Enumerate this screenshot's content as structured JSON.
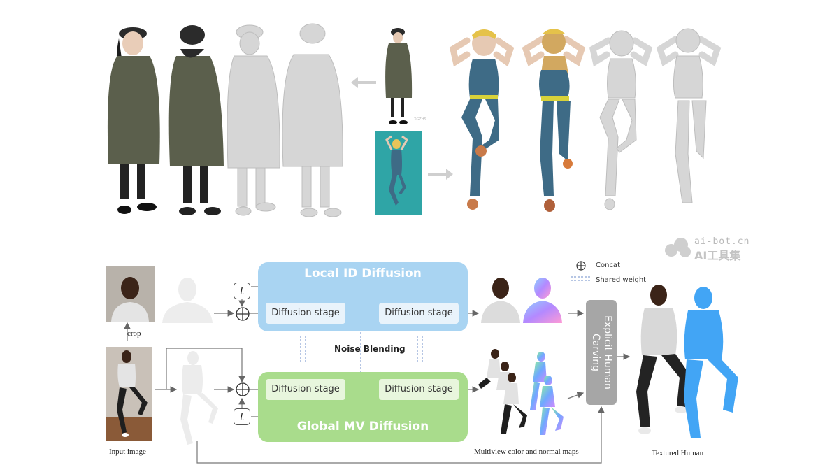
{
  "diagram": {
    "local_title": "Local ID Diffusion",
    "global_title": "Global MV Diffusion",
    "stage_label": "Diffusion stage",
    "t_label": "t",
    "noise_blending": "Noise Blending",
    "carving_line1": "Explicit Human",
    "carving_line2": "Carving",
    "legend_concat": "Concat",
    "legend_shared": "Shared weight",
    "caption_crop": "crop",
    "caption_input": "Input image",
    "caption_multiview": "Multiview color and normal maps",
    "caption_textured": "Textured Human",
    "concat_symbol": "⊕"
  },
  "watermark": {
    "url": "ai-bot.cn",
    "name": "AI工具集"
  },
  "colors": {
    "local_box": "#a9d4f2",
    "global_box": "#a9dc8c",
    "carving_box": "#a6a6a6",
    "coat": "#5b5f4c",
    "denim": "#3e6b86",
    "teal_bg": "#2fa5a6",
    "mesh_gray": "#d6d6d6",
    "normal_blue": "#42a5f5"
  },
  "image_text": {
    "small_tag": "XGZHS"
  }
}
